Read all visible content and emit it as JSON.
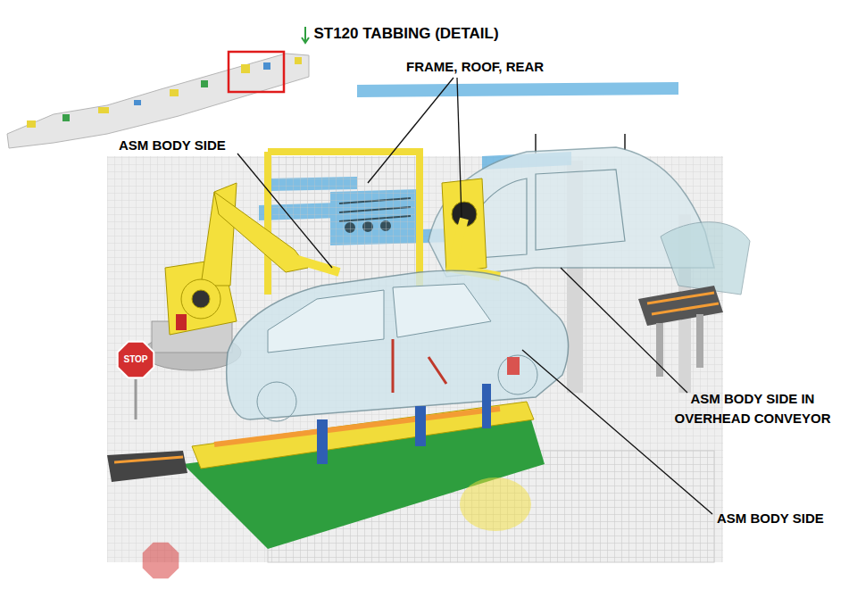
{
  "diagram": {
    "title": "ST120 TABBING (DETAIL)",
    "labels": [
      "FRAME, ROOF, REAR",
      "ASM BODY SIDE",
      "ASM BODY SIDE IN OVERHEAD CONVEYOR",
      "ASM BODY SIDE",
      "STOP"
    ]
  }
}
